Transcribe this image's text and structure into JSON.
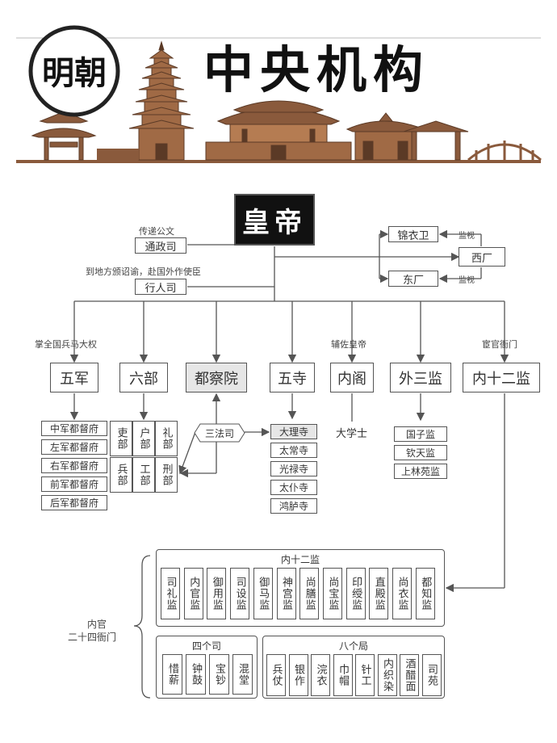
{
  "banner": {
    "dynasty": "明朝",
    "title": "中央机构"
  },
  "emperor": "皇帝",
  "left_offices": [
    {
      "desc": "传递公文",
      "name": "通政司"
    },
    {
      "desc": "到地方颁诏谕，赴国外作使臣",
      "name": "行人司"
    }
  ],
  "right_offices": {
    "jinyiwei": "锦衣卫",
    "dongchang": "东厂",
    "xichang": "西厂",
    "monitor1": "监视",
    "monitor2": "监视"
  },
  "branch_labels": {
    "wujun": "掌全国兵马大权",
    "neige": "辅佐皇帝",
    "neishier": "宦官衙门"
  },
  "main_offices": {
    "wujun": "五军",
    "liubu": "六部",
    "duchayuan": "都察院",
    "wusi": "五寺",
    "neige": "内阁",
    "waisanjian": "外三监",
    "neishierjian": "内十二监"
  },
  "dudufu": [
    "中军都督府",
    "左军都督府",
    "右军都督府",
    "前军都督府",
    "后军都督府"
  ],
  "ministries": [
    "吏部",
    "户部",
    "礼部",
    "兵部",
    "工部",
    "刑部"
  ],
  "sanfasi": "三法司",
  "temples": [
    "大理寺",
    "太常寺",
    "光禄寺",
    "太仆寺",
    "鸿胪寺"
  ],
  "daxueshi": "大学士",
  "outer_three": [
    "国子监",
    "钦天监",
    "上林苑监"
  ],
  "inner_court": {
    "label_line1": "内官",
    "label_line2": "二十四衙门",
    "twelve_title": "内十二监",
    "twelve": [
      "司礼监",
      "内官监",
      "御用监",
      "司设监",
      "御马监",
      "神宫监",
      "尚膳监",
      "尚宝监",
      "印绶监",
      "直殿监",
      "尚衣监",
      "都知监"
    ],
    "four_title": "四个司",
    "four": [
      "惜薪",
      "钟鼓",
      "宝钞",
      "混堂"
    ],
    "eight_title": "八个局",
    "eight": [
      "兵仗",
      "银作",
      "浣衣",
      "巾帽",
      "针工",
      "内织染",
      "酒醋面",
      "司苑"
    ]
  },
  "colors": {
    "banner_brown": "#8a5a3c",
    "banner_dark": "#5b3a26",
    "line": "#555555",
    "gray_box": "#e6e6e6"
  }
}
